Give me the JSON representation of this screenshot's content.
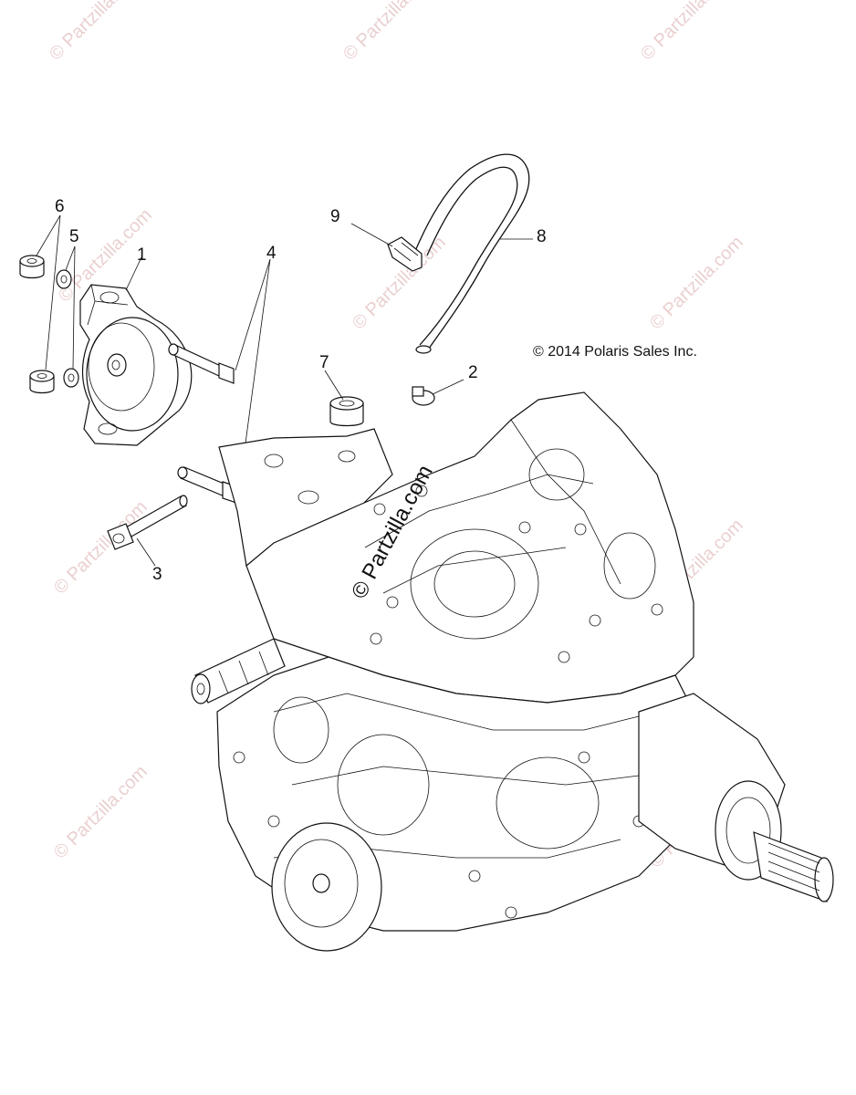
{
  "watermark": {
    "text": "© Partzilla.com",
    "center_text": "© Partzilla.com",
    "color": "#d9a8a8"
  },
  "copyright": "© 2014 Polaris Sales Inc.",
  "callouts": [
    {
      "number": "1",
      "part": "shift-position-sensor"
    },
    {
      "number": "2",
      "part": "hose-clamp"
    },
    {
      "number": "3",
      "part": "flange-bolt-long"
    },
    {
      "number": "4",
      "part": "flange-bolts"
    },
    {
      "number": "5",
      "part": "washers"
    },
    {
      "number": "6",
      "part": "flange-nuts"
    },
    {
      "number": "7",
      "part": "bushing"
    },
    {
      "number": "8",
      "part": "vent-hose"
    },
    {
      "number": "9",
      "part": "hose-clip"
    }
  ]
}
